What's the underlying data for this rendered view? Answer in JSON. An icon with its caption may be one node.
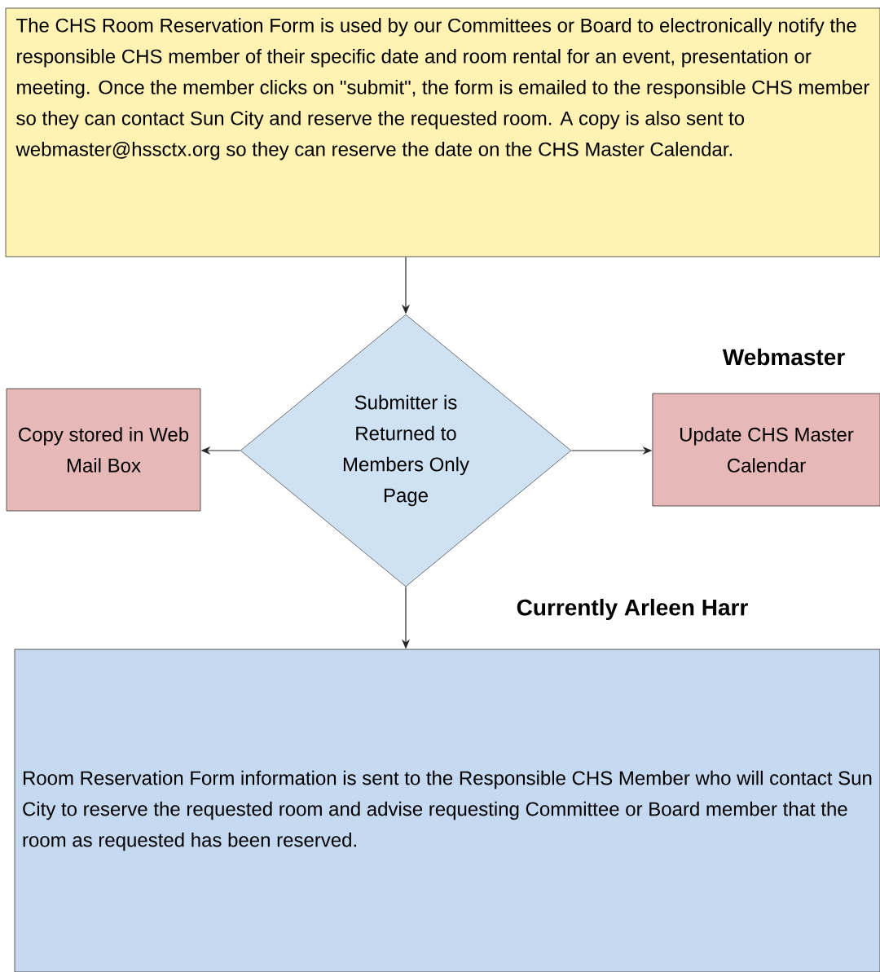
{
  "diagram": {
    "nodes": [
      {
        "text": [
          "The CHS Room Reservation Form is used by our Committees or Board to electronically notify the responsible CHS member of their specific date and room rental for an event, presentation or meeting. Once the member clicks on \"submit\", the form is emailed to the responsible CHS member so they can contact Sun City and reserve the requested room. A copy is also sent to webmaster@hssctx.org so they can reserve the date on the CHS Master Calendar."
        ]
      },
      {
        "text": [
          "Submitter is Returned to Members Only Page"
        ]
      },
      {
        "text": [
          "Copy stored in Web Mail Box"
        ]
      },
      {
        "text": [
          "Update CHS Master Calendar"
        ]
      },
      {
        "text": [
          "Room Reservation Form information is sent to the Responsible CHS Member who will contact Sun City to reserve the requested room and advise requesting Committee or Board member that the room as requested has been reserved."
        ]
      }
    ],
    "labels": [
      "Webmaster",
      "Currently Arleen Harr"
    ],
    "edges": [
      {
        "from": 0,
        "to": 1,
        "arrow": "to"
      },
      {
        "from": 1,
        "to": 2,
        "arrow": "to"
      },
      {
        "from": 1,
        "to": 3,
        "arrow": "to"
      },
      {
        "from": 1,
        "to": 4,
        "arrow": "to"
      }
    ]
  }
}
